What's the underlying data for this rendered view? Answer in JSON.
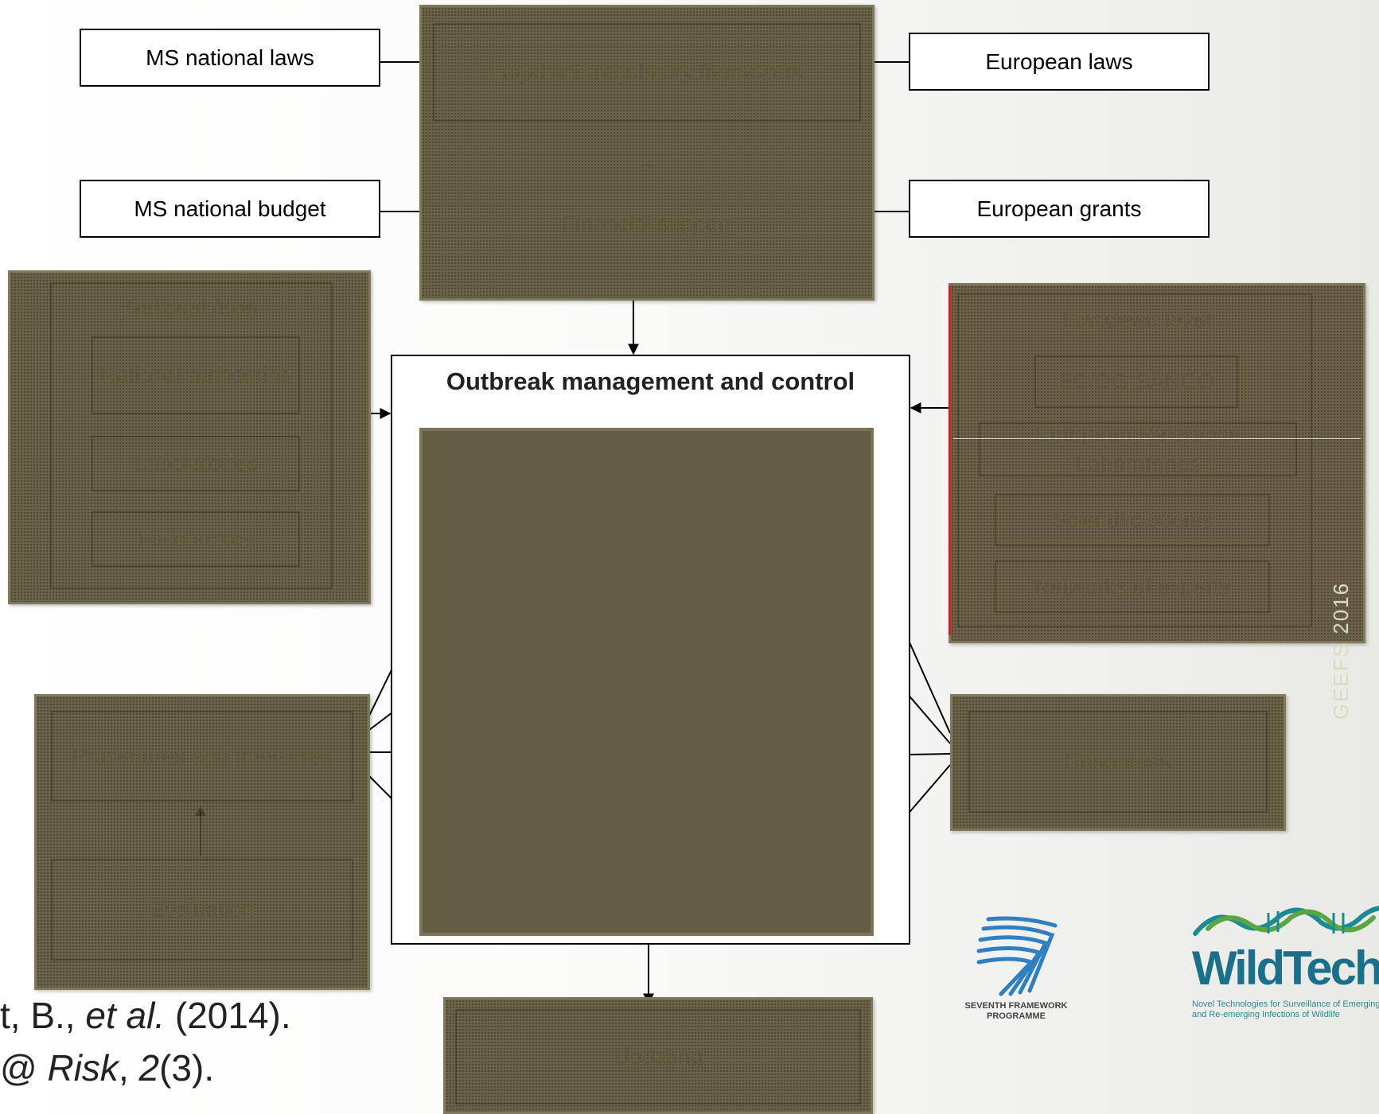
{
  "boxes": {
    "ms_national_laws": "MS national laws",
    "ms_national_budget": "MS national budget",
    "european_laws": "European laws",
    "european_grants": "European grants"
  },
  "top_block": {
    "legal_framework": "Legal and regulatory framework",
    "plus": "+",
    "financial_support": "Financial support"
  },
  "national_level": {
    "title": "National level",
    "items": [
      "National authorities",
      "Laboratories",
      "Field actors"
    ]
  },
  "european_level": {
    "title": "European level",
    "items": [
      "EC/DG SANCO",
      "European Reference Laboratories",
      "Scientific bodies",
      "Networks of experts"
    ]
  },
  "central": {
    "title": "Outbreak management and control"
  },
  "procedures": "Procedures and measures",
  "evaluation": "Evaluation",
  "resources": "Resources",
  "updating": "Updating",
  "vertical_label": "GEEFS 2016",
  "citation": {
    "line1_prefix": "t, B., ",
    "line1_etal": "et al.",
    "line1_suffix": " (2014).",
    "line2_pre": "@ ",
    "line2_journal": "Risk",
    "line2_sep": ", ",
    "line2_volume": "2",
    "line2_issue": "(3)."
  },
  "logos": {
    "fp7_text_1": "SEVENTH FRAMEWORK",
    "fp7_text_2": "PROGRAMME",
    "wildtech_name": "WildTech",
    "wildtech_tag_1": "Novel Technologies for Surveillance of Emerging",
    "wildtech_tag_2": "and Re-emerging Infections of Wildlife"
  },
  "colors": {
    "dark_box": "#6a6347",
    "dark_border": "#7f795c",
    "central_fill": "#665d45",
    "wildtech_teal": "#1a8a93",
    "wildtech_green": "#5aa544",
    "fp7_blue": "#2f7fc1"
  }
}
